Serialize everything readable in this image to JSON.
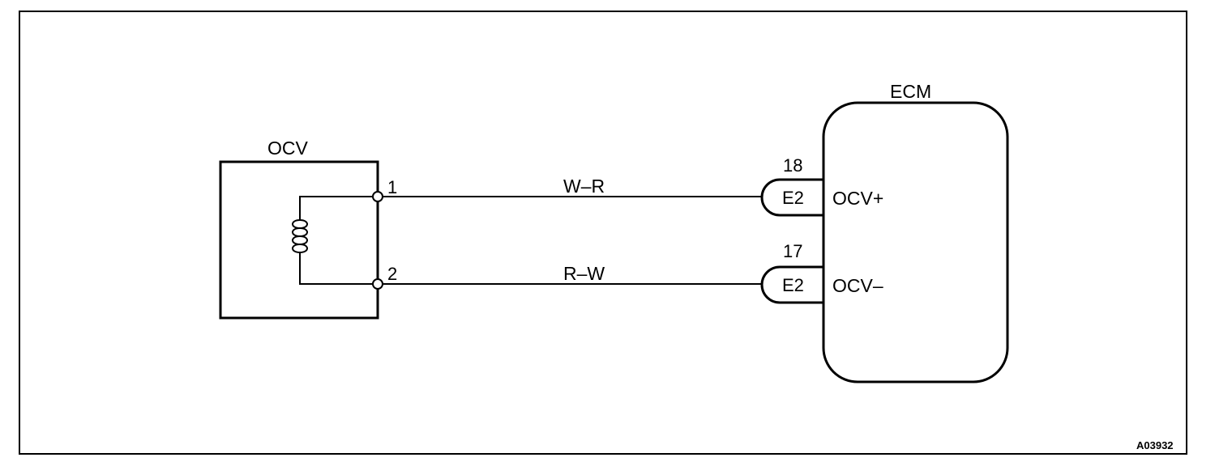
{
  "ocv": {
    "title": "OCV",
    "terminal_1": "1",
    "terminal_2": "2"
  },
  "ecm": {
    "title": "ECM",
    "pin_top": "18",
    "pin_bottom": "17",
    "connector_top": "E2",
    "connector_bottom": "E2",
    "signal_top": "OCV+",
    "signal_bottom": "OCV–"
  },
  "wires": {
    "top": "W–R",
    "bottom": "R–W"
  },
  "figure_code": "A03932"
}
